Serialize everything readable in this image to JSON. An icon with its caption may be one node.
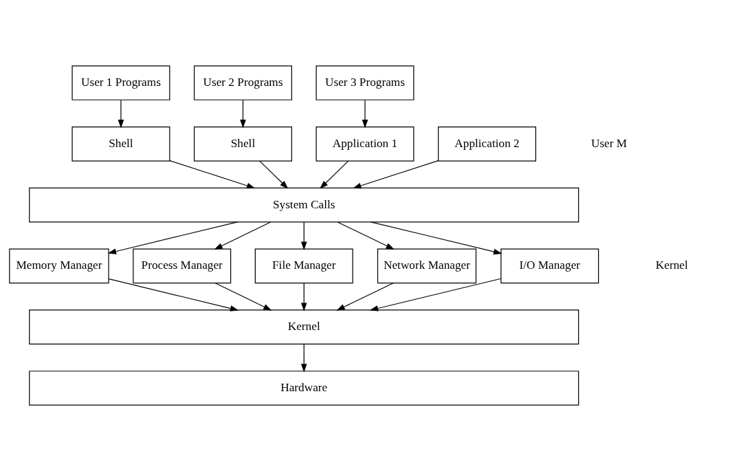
{
  "diagram": {
    "nodes": [
      {
        "text": [
          "User 1 Programs"
        ]
      },
      {
        "text": [
          "User 2 Programs"
        ]
      },
      {
        "text": [
          "User 3 Programs"
        ]
      },
      {
        "text": [
          "Shell"
        ]
      },
      {
        "text": [
          "Shell"
        ]
      },
      {
        "text": [
          "Application 1"
        ]
      },
      {
        "text": [
          "Application 2"
        ]
      },
      {
        "text": [
          "System Calls"
        ]
      },
      {
        "text": [
          "Memory Manager"
        ]
      },
      {
        "text": [
          "Process Manager"
        ]
      },
      {
        "text": [
          "File Manager"
        ]
      },
      {
        "text": [
          "Network Manager"
        ]
      },
      {
        "text": [
          "I/O Manager"
        ]
      },
      {
        "text": [
          "Kernel"
        ]
      },
      {
        "text": [
          "Hardware"
        ]
      }
    ],
    "edges": [
      {
        "from": 0,
        "to": 3,
        "arrow": "to"
      },
      {
        "from": 1,
        "to": 4,
        "arrow": "to"
      },
      {
        "from": 2,
        "to": 5,
        "arrow": "to"
      },
      {
        "from": 3,
        "to": 7,
        "arrow": "to"
      },
      {
        "from": 4,
        "to": 7,
        "arrow": "to"
      },
      {
        "from": 5,
        "to": 7,
        "arrow": "to"
      },
      {
        "from": 6,
        "to": 7,
        "arrow": "to"
      },
      {
        "from": 7,
        "to": 8,
        "arrow": "to"
      },
      {
        "from": 7,
        "to": 9,
        "arrow": "to"
      },
      {
        "from": 7,
        "to": 10,
        "arrow": "to"
      },
      {
        "from": 7,
        "to": 11,
        "arrow": "to"
      },
      {
        "from": 7,
        "to": 12,
        "arrow": "to"
      },
      {
        "from": 8,
        "to": 13,
        "arrow": "to"
      },
      {
        "from": 9,
        "to": 13,
        "arrow": "to"
      },
      {
        "from": 10,
        "to": 13,
        "arrow": "to"
      },
      {
        "from": 11,
        "to": 13,
        "arrow": "to"
      },
      {
        "from": 12,
        "to": 13,
        "arrow": "to"
      },
      {
        "from": 13,
        "to": 14,
        "arrow": "to"
      }
    ],
    "labels": [
      "User M",
      "Kernel"
    ]
  }
}
